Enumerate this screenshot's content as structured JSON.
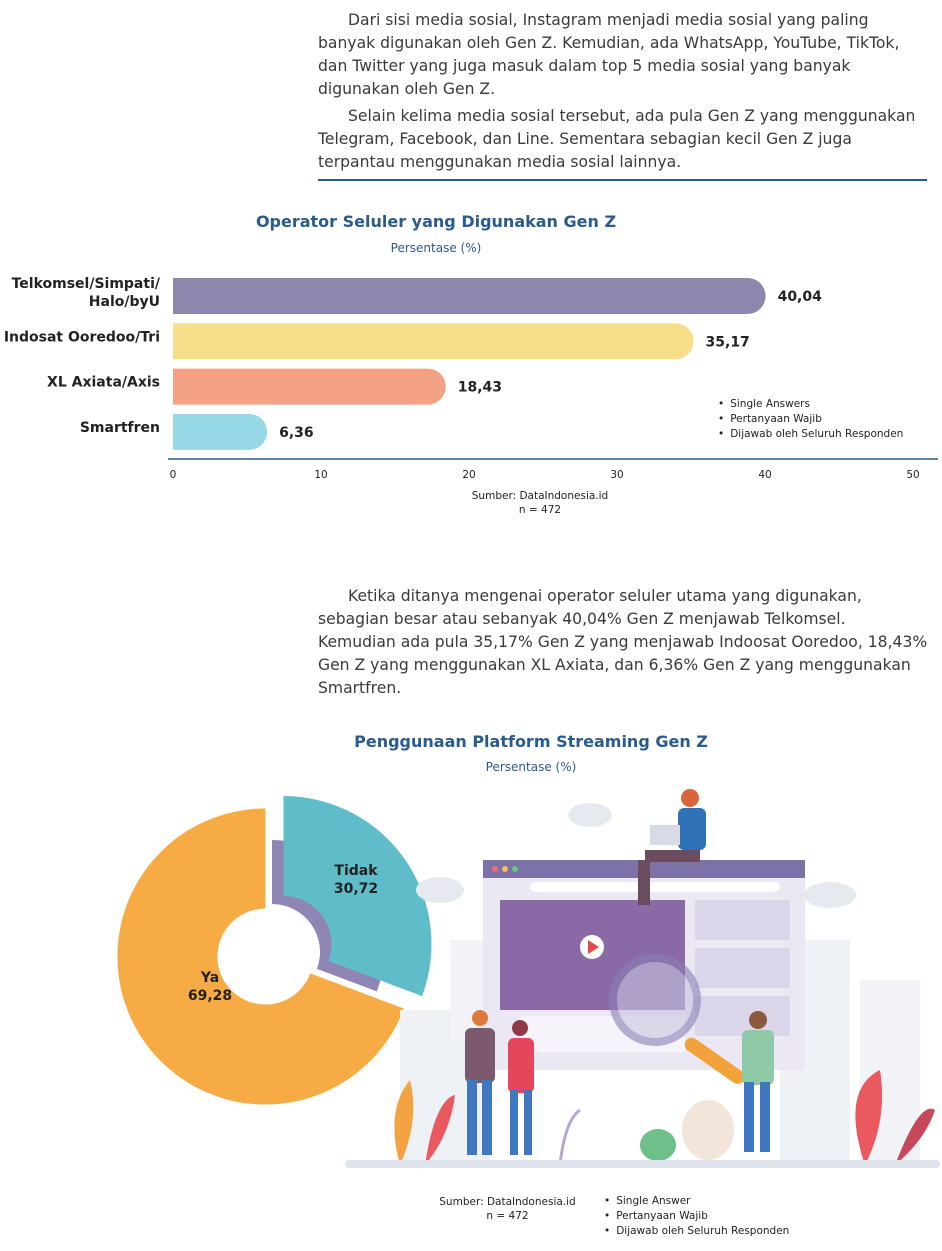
{
  "paragraphs": {
    "p1": "Dari sisi media sosial, Instagram menjadi media sosial yang paling banyak digunakan oleh Gen Z. Kemudian, ada WhatsApp, YouTube, TikTok, dan Twitter yang juga masuk dalam top 5 media sosial yang banyak digunakan oleh Gen Z.",
    "p2": "Selain kelima media sosial tersebut, ada pula Gen Z yang menggunakan Telegram, Facebook, dan Line. Sementara sebagian kecil Gen Z juga terpantau menggunakan media sosial lainnya.",
    "p3": "Ketika ditanya mengenai operator seluler utama yang digunakan, sebagian besar atau sebanyak 40,04% Gen Z menjawab Telkomsel. Kemudian ada pula 35,17% Gen Z yang menjawab Indoosat Ooredoo, 18,43% Gen Z yang menggunakan XL Axiata, dan 6,36% Gen Z yang menggunakan Smartfren."
  },
  "bar_notes": [
    "Single Answers",
    "Pertanyaan Wajib",
    "Dijawab oleh Seluruh Responden"
  ],
  "bar_source": {
    "line1": "Sumber: DataIndonesia.id",
    "line2": "n = 472"
  },
  "pie_notes": [
    "Single Answer",
    "Pertanyaan Wajib",
    "Dijawab oleh Seluruh Responden"
  ],
  "pie_source": {
    "line1": "Sumber: DataIndonesia.id",
    "line2": "n = 472"
  },
  "colors": {
    "title": "#2b5a8c",
    "telkomsel": "#8c87ad",
    "indosat": "#f7df8a",
    "xl": "#f2a283",
    "smartfren": "#97d8e6",
    "ya": "#f6ab45",
    "tidak": "#5ebdc8",
    "pie_shadow": "#8f86b5"
  },
  "chart_data": [
    {
      "type": "bar",
      "orientation": "horizontal",
      "title": "Operator Seluler yang Digunakan Gen Z",
      "subtitle": "Persentase (%)",
      "categories": [
        [
          "Telkomsel/Simpati/",
          "Halo/byU"
        ],
        [
          "Indosat Ooredoo/Tri"
        ],
        [
          "XL Axiata/Axis"
        ],
        [
          "Smartfren"
        ]
      ],
      "values": [
        40.04,
        35.17,
        18.43,
        6.36
      ],
      "value_labels": [
        "40,04",
        "35,17",
        "18,43",
        "6,36"
      ],
      "xlim": [
        0,
        50
      ],
      "xticks": [
        0,
        10,
        20,
        30,
        40,
        50
      ],
      "xtick_labels": [
        "0",
        "10",
        "20",
        "30",
        "40",
        "50"
      ],
      "grid": false
    },
    {
      "type": "pie",
      "style": "donut-exploded",
      "title": "Penggunaan Platform Streaming Gen Z",
      "subtitle": "Persentase (%)",
      "categories": [
        "Ya",
        "Tidak"
      ],
      "values": [
        69.28,
        30.72
      ],
      "value_labels": [
        "69,28",
        "30,72"
      ]
    }
  ]
}
